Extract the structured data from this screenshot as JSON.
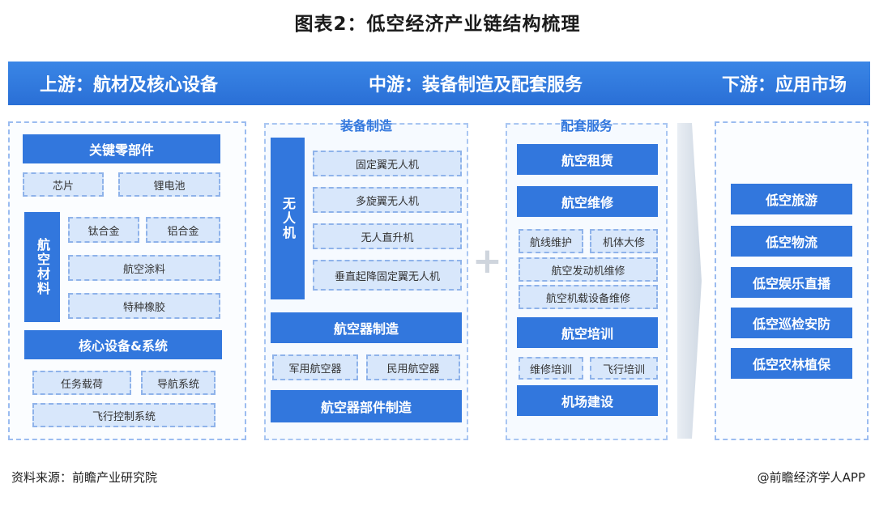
{
  "title": "图表2：低空经济产业链结构梳理",
  "header": {
    "upstream": "上游：航材及核心设备",
    "midstream": "中游：装备制造及配套服务",
    "downstream": "下游：应用市场"
  },
  "upstream": {
    "key_parts": "关键零部件",
    "chip": "芯片",
    "battery": "锂电池",
    "materials_label": "航空材料",
    "titanium": "钛合金",
    "aluminum": "铝合金",
    "coating": "航空涂料",
    "rubber": "特种橡胶",
    "core_systems": "核心设备&系统",
    "mission_payload": "任务载荷",
    "navigation": "导航系统",
    "flight_control": "飞行控制系统"
  },
  "midstream": {
    "equip_title": "装备制造",
    "uav_label": "无人机",
    "fixed_wing": "固定翼无人机",
    "multi_rotor": "多旋翼无人机",
    "uav_heli": "无人直升机",
    "vtol": "垂直起降固定翼无人机",
    "aircraft_mfg": "航空器制造",
    "military": "军用航空器",
    "civil": "民用航空器",
    "parts_mfg": "航空器部件制造",
    "service_title": "配套服务",
    "leasing": "航空租赁",
    "maintenance": "航空维修",
    "line_maint": "航线维护",
    "overhaul": "机体大修",
    "engine_maint": "航空发动机维修",
    "onboard_maint": "航空机载设备维修",
    "training": "航空培训",
    "maint_training": "维修培训",
    "flight_training": "飞行培训",
    "airport": "机场建设"
  },
  "downstream": {
    "items": [
      "低空旅游",
      "低空物流",
      "低空娱乐直播",
      "低空巡检安防",
      "低空农林植保"
    ]
  },
  "footer": {
    "source": "资料来源：前瞻产业研究院",
    "credit": "@前瞻经济学人APP"
  }
}
